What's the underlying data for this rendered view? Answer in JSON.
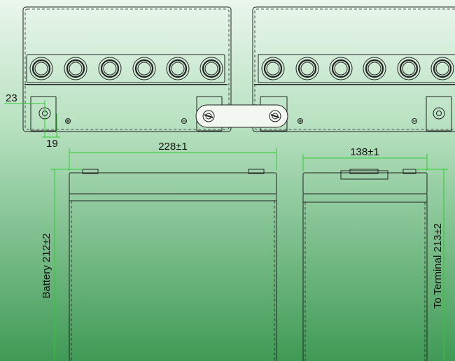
{
  "dimensions": {
    "terminal_offset_x": "23",
    "terminal_offset_y": "19",
    "length": "228±1",
    "width": "138±1",
    "battery_height": "Battery 212±2",
    "terminal_height": "To Terminal 213±2"
  },
  "colors": {
    "background_top": "#eaf6ec",
    "background_bottom": "#3f9a55",
    "outline": "#222222",
    "dimension_line": "#2ecc2e"
  },
  "icons": {
    "positive_terminal": "plus-symbol",
    "negative_terminal": "minus-symbol",
    "vent_cap": "ring",
    "terminal_bolt": "ring-with-hole"
  }
}
